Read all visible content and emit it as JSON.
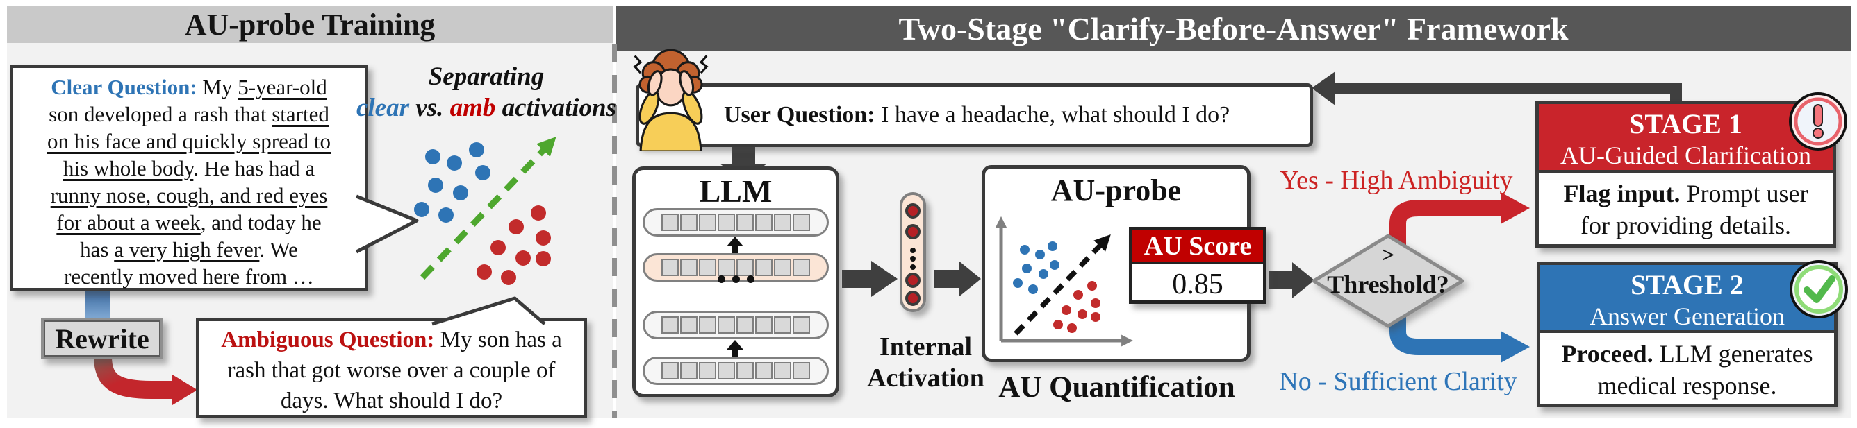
{
  "colors": {
    "panel_bg": "#F2F2F2",
    "left_header_bg": "#C9C9C9",
    "right_header_bg": "#575757",
    "border_dark": "#3A3A3A",
    "accent_blue": "#2E74B5",
    "accent_red": "#C9242B",
    "score_red": "#C00000",
    "green": "#4EA72E",
    "highlight_peach": "#FBE5D6"
  },
  "left": {
    "title": "AU-probe Training",
    "clear_bubble": {
      "segments": [
        {
          "t": "Clear Question:",
          "s": "bluebold"
        },
        {
          "t": " My ",
          "s": "p"
        },
        {
          "t": "5-year-old",
          "s": "u"
        },
        {
          "s": "br"
        },
        {
          "t": "son developed a rash that ",
          "s": "p"
        },
        {
          "t": "started",
          "s": "u"
        },
        {
          "s": "br"
        },
        {
          "t": "on his face and quickly spread to",
          "s": "u"
        },
        {
          "s": "br"
        },
        {
          "t": "his whole body",
          "s": "u"
        },
        {
          "t": ". He has had a",
          "s": "p"
        },
        {
          "s": "br"
        },
        {
          "t": "runny nose, cough, and red eyes",
          "s": "u"
        },
        {
          "s": "br"
        },
        {
          "t": "for about a week",
          "s": "u"
        },
        {
          "t": ", and today he",
          "s": "p"
        },
        {
          "s": "br"
        },
        {
          "t": "has ",
          "s": "p"
        },
        {
          "t": "a very high fever",
          "s": "u"
        },
        {
          "t": ". We",
          "s": "p"
        },
        {
          "s": "br"
        },
        {
          "t": "recently moved here from …",
          "s": "p"
        }
      ]
    },
    "separating": {
      "line1": [
        {
          "t": "Separating",
          "s": "p"
        }
      ],
      "line2": [
        {
          "t": "clear",
          "s": "blue"
        },
        {
          "t": " vs. ",
          "s": "p"
        },
        {
          "t": "amb",
          "s": "red"
        },
        {
          "t": " activations",
          "s": "p"
        }
      ]
    },
    "rewrite_label": "Rewrite",
    "ambiguous_bubble": {
      "segments": [
        {
          "t": "Ambiguous Question:",
          "s": "redbold"
        },
        {
          "t": " My son has a",
          "s": "p"
        },
        {
          "s": "br"
        },
        {
          "t": "rash that got worse over a couple of",
          "s": "p"
        },
        {
          "s": "br"
        },
        {
          "t": "days. What should I do?",
          "s": "p"
        }
      ]
    },
    "scatter": {
      "r": 11,
      "series": [
        {
          "name": "clear activations",
          "color": "#2E74B5",
          "points": [
            [
              63,
              56
            ],
            [
              94,
              65
            ],
            [
              126,
              46
            ],
            [
              135,
              79
            ],
            [
              67,
              97
            ],
            [
              103,
              108
            ],
            [
              47,
              132
            ],
            [
              82,
              140
            ]
          ]
        },
        {
          "name": "amb activations",
          "color": "#C22B2B",
          "points": [
            [
              215,
              137
            ],
            [
              183,
              157
            ],
            [
              222,
              173
            ],
            [
              157,
              187
            ],
            [
              193,
              202
            ],
            [
              222,
              203
            ],
            [
              137,
              222
            ],
            [
              172,
              230
            ]
          ]
        }
      ]
    }
  },
  "right": {
    "title": "Two-Stage \"Clarify-Before-Answer\" Framework",
    "user_question": {
      "segments": [
        {
          "t": "User Question: ",
          "s": "b"
        },
        {
          "t": "I have a headache, what should I do?",
          "s": "p"
        }
      ]
    },
    "llm": {
      "title": "LLM",
      "cells_per_row": 8,
      "rows": [
        {
          "highlight": false
        },
        {
          "highlight": true
        },
        {
          "highlight": false
        },
        {
          "highlight": false
        }
      ]
    },
    "internal_activation": {
      "line1": "Internal",
      "line2": "Activation"
    },
    "probe": {
      "title": "AU-probe",
      "caption": "AU Quantification",
      "score_label": "AU Score",
      "score_value": "0.85",
      "scatter": {
        "r": 7,
        "series": [
          {
            "name": "clear",
            "color": "#2E74B5",
            "points": [
              [
                57,
                117
              ],
              [
                79,
                124
              ],
              [
                97,
                112
              ],
              [
                100,
                139
              ],
              [
                60,
                144
              ],
              [
                84,
                152
              ],
              [
                47,
                165
              ],
              [
                69,
                174
              ]
            ]
          },
          {
            "name": "amb",
            "color": "#C22B2B",
            "points": [
              [
                154,
                169
              ],
              [
                134,
                182
              ],
              [
                159,
                194
              ],
              [
                117,
                204
              ],
              [
                140,
                210
              ],
              [
                159,
                214
              ],
              [
                105,
                225
              ],
              [
                125,
                230
              ]
            ]
          }
        ]
      }
    },
    "decision": {
      "op": ">",
      "label": "Threshold?",
      "yes": "Yes - High Ambiguity",
      "no": "No - Sufficient Clarity"
    },
    "stage1": {
      "title": "STAGE 1",
      "subtitle": "AU-Guided Clarification",
      "body": [
        {
          "t": "Flag input.",
          "s": "b"
        },
        {
          "t": " Prompt user",
          "s": "p"
        },
        {
          "s": "br"
        },
        {
          "t": "for providing details.",
          "s": "p"
        }
      ]
    },
    "stage2": {
      "title": "STAGE 2",
      "subtitle": "Answer Generation",
      "body": [
        {
          "t": "Proceed.",
          "s": "b"
        },
        {
          "t": " LLM generates",
          "s": "p"
        },
        {
          "s": "br"
        },
        {
          "t": "medical response.",
          "s": "p"
        }
      ]
    }
  }
}
